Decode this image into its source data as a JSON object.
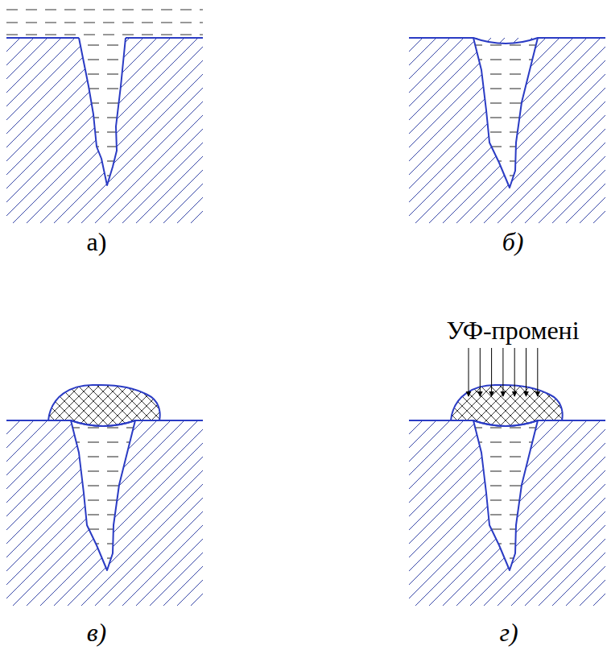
{
  "diagram": {
    "labels": [
      "а)",
      "б)",
      "в)",
      "г)",
      "УФ-промені"
    ]
  }
}
